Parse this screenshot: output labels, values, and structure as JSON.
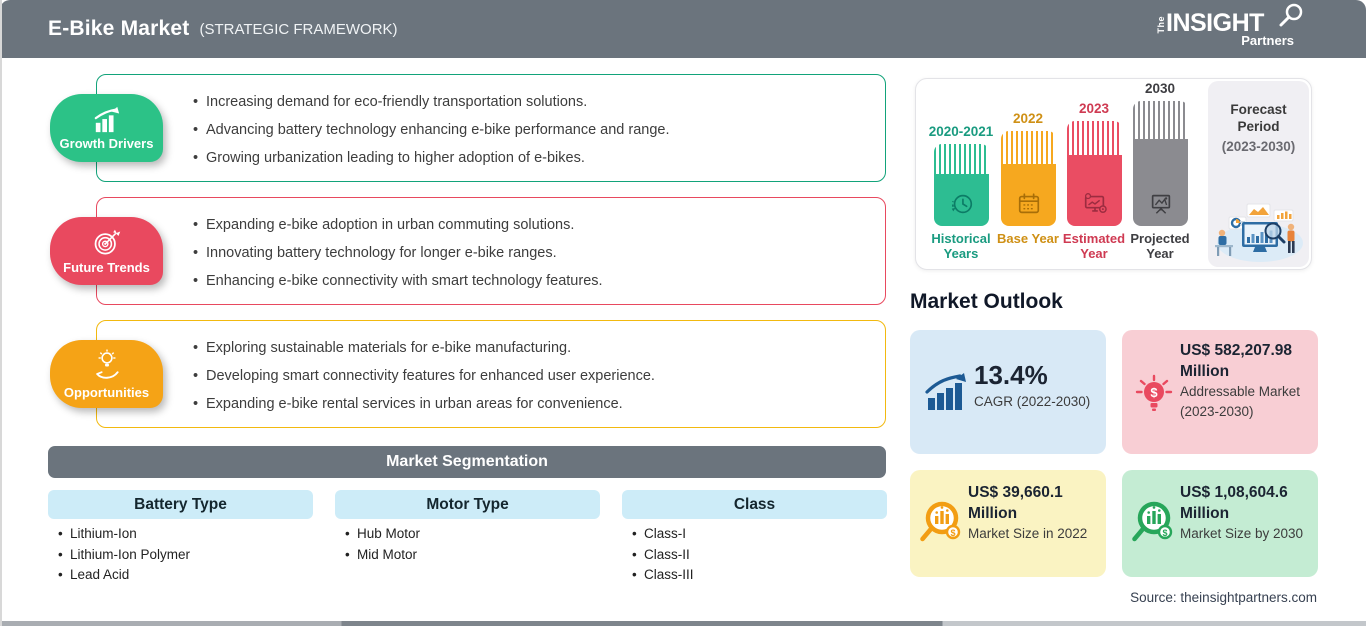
{
  "header": {
    "title": "E-Bike Market",
    "subtitle": "(STRATEGIC FRAMEWORK)",
    "logo": {
      "the": "The",
      "insight": "INSIGHT",
      "partners": "Partners"
    }
  },
  "framework": {
    "sections": [
      {
        "label": "Growth Drivers",
        "color": "#2CC287",
        "icon": "growth-chart-icon",
        "bullets": [
          "Increasing demand for eco-friendly transportation solutions.",
          "Advancing battery technology enhancing e-bike performance and range.",
          "Growing urbanization leading to higher adoption of e-bikes."
        ]
      },
      {
        "label": "Future Trends",
        "color": "#E9495F",
        "icon": "target-dart-icon",
        "bullets": [
          "Expanding e-bike adoption in urban commuting solutions.",
          "Innovating battery technology for longer e-bike ranges.",
          "Enhancing e-bike connectivity with smart technology features."
        ]
      },
      {
        "label": "Opportunities",
        "color": "#F5A316",
        "icon": "bulb-hand-icon",
        "bullets": [
          "Exploring sustainable materials for e-bike manufacturing.",
          "Developing smart connectivity features for enhanced user experience.",
          "Expanding e-bike rental services in urban areas for convenience."
        ]
      }
    ]
  },
  "segmentation": {
    "title": "Market Segmentation",
    "columns": [
      {
        "header": "Battery Type",
        "items": [
          "Lithium-Ion",
          "Lithium-Ion Polymer",
          "Lead Acid"
        ]
      },
      {
        "header": "Motor Type",
        "items": [
          "Hub Motor",
          "Mid Motor"
        ]
      },
      {
        "header": "Class",
        "items": [
          "Class-I",
          "Class-II",
          "Class-III"
        ]
      }
    ]
  },
  "timeline": {
    "bars": [
      {
        "year": "2020-2021",
        "label": "Historical Years",
        "color": "#2DBD92",
        "icon": "clock-history-icon"
      },
      {
        "year": "2022",
        "label": "Base Year",
        "color": "#F6A81F",
        "icon": "calendar-icon"
      },
      {
        "year": "2023",
        "label": "Estimated Year",
        "color": "#EA4D63",
        "icon": "estimate-monitor-icon"
      },
      {
        "year": "2030",
        "label": "Projected Year",
        "color": "#8B8B90",
        "icon": "projection-screen-icon"
      }
    ],
    "forecast": {
      "line1": "Forecast",
      "line2": "Period",
      "line3": "(2023-2030)"
    }
  },
  "market_outlook": {
    "title": "Market Outlook",
    "cards": [
      {
        "value": "13.4%",
        "unit": "",
        "desc": "CAGR (2022-2030)",
        "bg": "#D8E9F6",
        "icon": "cagr-growth-icon"
      },
      {
        "value": "US$ 582,207.98",
        "unit": "Million",
        "desc": "Addressable Market (2023-2030)",
        "bg": "#F8CED4",
        "icon": "bulb-dollar-icon"
      },
      {
        "value": "US$ 39,660.1",
        "unit": "Million",
        "desc": "Market Size in 2022",
        "bg": "#FAF3C2",
        "icon": "magnifier-chart-icon"
      },
      {
        "value": "US$ 1,08,604.6",
        "unit": "Million",
        "desc": "Market Size by 2030",
        "bg": "#C4ECD3",
        "icon": "magnifier-chart-icon"
      }
    ]
  },
  "source": "Source: theinsightpartners.com"
}
